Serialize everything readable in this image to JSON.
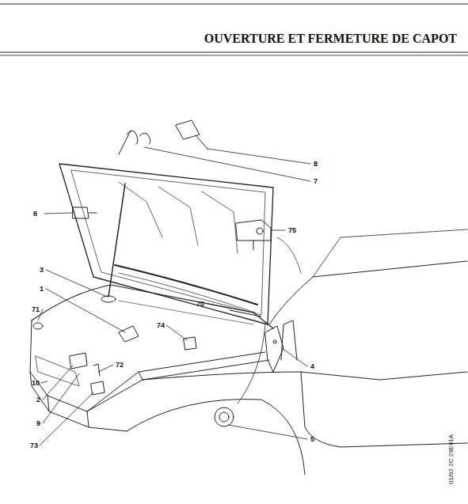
{
  "diagram": {
    "title": "OUVERTURE ET FERMETURE DE CAPOT",
    "labels": [
      "8",
      "7",
      "6",
      "75",
      "3",
      "1",
      "71",
      "70",
      "74",
      "4",
      "72",
      "10",
      "2",
      "9",
      "73",
      "5",
      "01/92 2C 29E61A"
    ]
  }
}
